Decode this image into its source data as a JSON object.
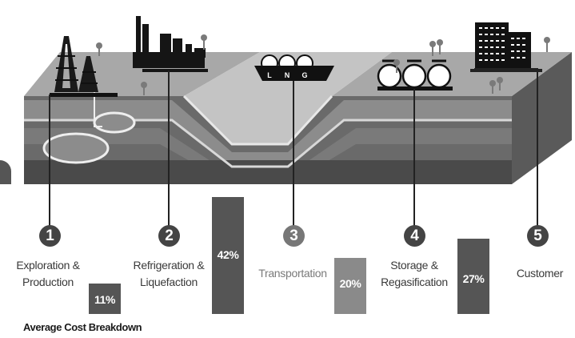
{
  "colors": {
    "step_dark": "#444444",
    "step_mid": "#777777",
    "bar_dark": "#555555",
    "bar_mid": "#8a8a8a"
  },
  "illustration": {
    "ship_letters": [
      "L",
      "N",
      "G"
    ]
  },
  "stages": [
    {
      "number": "1",
      "label_lines": [
        "Exploration &",
        "Production"
      ]
    },
    {
      "number": "2",
      "label_lines": [
        "Refrigeration &",
        "Liquefaction"
      ]
    },
    {
      "number": "3",
      "label_lines": [
        "Transportation"
      ]
    },
    {
      "number": "4",
      "label_lines": [
        "Storage &",
        "Regasification"
      ]
    },
    {
      "number": "5",
      "label_lines": [
        "Customer"
      ]
    }
  ],
  "chart_data": {
    "type": "bar",
    "title": "Average Cost Breakdown",
    "categories": [
      "Exploration & Production",
      "Refrigeration & Liquefaction",
      "Transportation",
      "Storage & Regasification"
    ],
    "values": [
      11,
      42,
      20,
      27
    ],
    "value_labels": [
      "11%",
      "42%",
      "20%",
      "27%"
    ],
    "unit": "%"
  },
  "footer": {
    "title": "Average Cost Breakdown"
  }
}
